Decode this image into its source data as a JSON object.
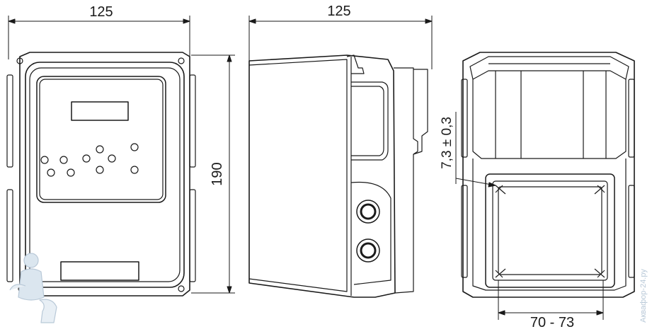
{
  "front_view": {
    "width_label": "125",
    "height_label": "190"
  },
  "side_view": {
    "width_label": "125"
  },
  "back_view": {
    "tolerance_label": "7,3 ± 0,3",
    "mount_spacing_label": "70 - 73"
  },
  "watermark": {
    "text": "Аквафор-24.ру"
  },
  "colors": {
    "line": "#1a1a1a",
    "paper": "#ffffff",
    "watermark": "#b9c9d8"
  }
}
